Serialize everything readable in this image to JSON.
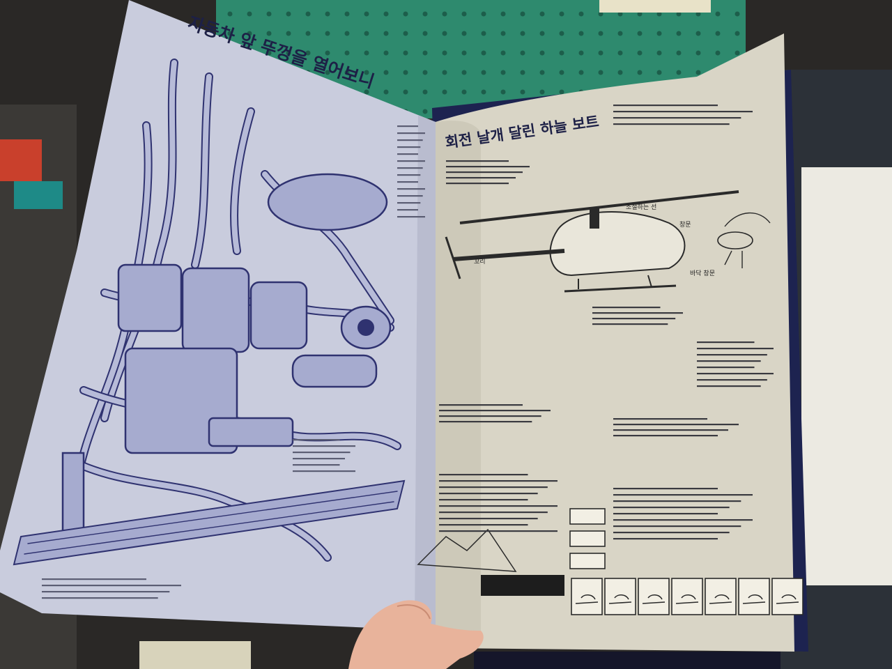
{
  "book": {
    "left_page": {
      "title": "자동차 앞 뚜껑을 열어보니"
    },
    "right_page": {
      "title": "회전 날개 달린 하늘 보트",
      "label_cockpit": "창문",
      "label_tail": "꼬리",
      "label_skid": "바닥 창문",
      "label_rotor": "조절하는 선"
    }
  },
  "colors": {
    "pegboard": "#2e8a6e",
    "left_page": "#c9ccdd",
    "right_page": "#d9d5c6",
    "ink_blue": "#2f3270",
    "book_cover": "#1d2350",
    "skin": "#e8b39b"
  }
}
